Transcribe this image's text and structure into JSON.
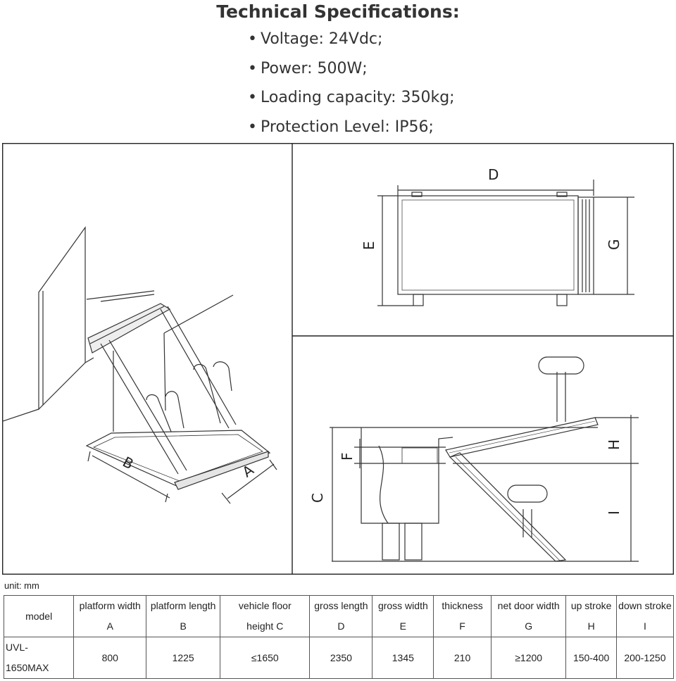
{
  "title": "Technical Specifications:",
  "specs": [
    "Voltage: 24Vdc;",
    "Power: 500W;",
    "Loading capacity: 350kg;",
    "Protection Level: IP56;"
  ],
  "drawing_labels": {
    "A": "A",
    "B": "B",
    "C": "C",
    "D": "D",
    "E": "E",
    "F": "F",
    "G": "G",
    "H": "H",
    "I": "I"
  },
  "unit": "unit: mm",
  "table": {
    "header_line1": [
      "",
      "platform width",
      "platform length",
      "vehicle floor",
      "gross length",
      "gross width",
      "thickness",
      "net door width",
      "up stroke",
      "down stroke"
    ],
    "header_line2": [
      "model",
      "A",
      "B",
      "height C",
      "D",
      "E",
      "F",
      "G",
      "H",
      "I"
    ],
    "model_line1": "UVL-",
    "model_line2": "1650MAX",
    "values": [
      "800",
      "1225",
      "≤1650",
      "2350",
      "1345",
      "210",
      "≥1200",
      "150-400",
      "200-1250"
    ]
  }
}
